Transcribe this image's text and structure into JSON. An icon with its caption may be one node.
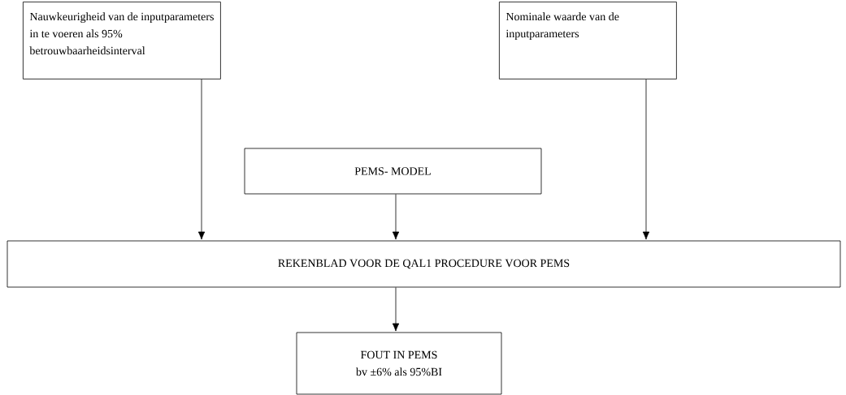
{
  "diagram": {
    "nodes": [
      {
        "text": [
          "Nauwkeurigheid van de inputparameters in te voeren als 95% betrouwbaarheidsinterval"
        ]
      },
      {
        "text": [
          "Nominale waarde van de inputparameters"
        ]
      },
      {
        "text": [
          "PEMS- MODEL"
        ]
      },
      {
        "text": [
          "REKENBLAD VOOR DE QAL1 PROCEDURE VOOR PEMS"
        ]
      },
      {
        "text": [
          "FOUT IN PEMS",
          "bv ±6% als 95%BI"
        ]
      }
    ],
    "edges": [
      {
        "from": 0,
        "to": 3,
        "arrow": "to"
      },
      {
        "from": 2,
        "to": 3,
        "arrow": "to"
      },
      {
        "from": 1,
        "to": 3,
        "arrow": "to"
      },
      {
        "from": 3,
        "to": 4,
        "arrow": "to"
      }
    ]
  }
}
